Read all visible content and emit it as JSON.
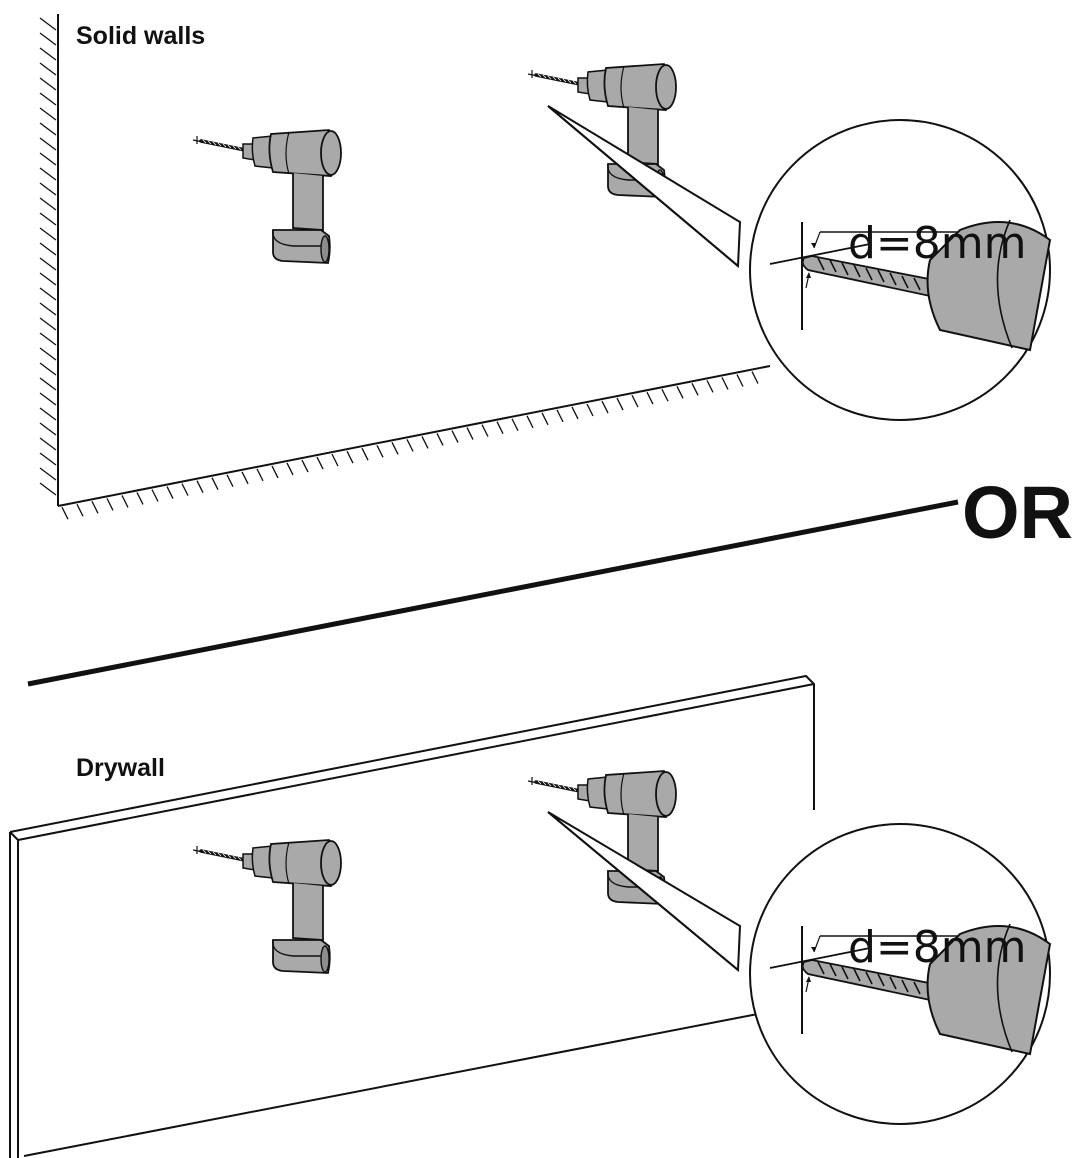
{
  "panels": {
    "solid": {
      "label": "Solid walls",
      "dimension": "d=8mm"
    },
    "drywall": {
      "label": "Drywall",
      "dimension": "d=8mm"
    }
  },
  "separator": {
    "label": "OR"
  },
  "colors": {
    "ink": "#111111",
    "drill_fill": "#a9a9a9",
    "drill_shade": "#8c8c8c",
    "paper": "#ffffff"
  },
  "icons": [
    "drill-icon",
    "drill-bit-icon",
    "magnifier-callout-icon"
  ]
}
